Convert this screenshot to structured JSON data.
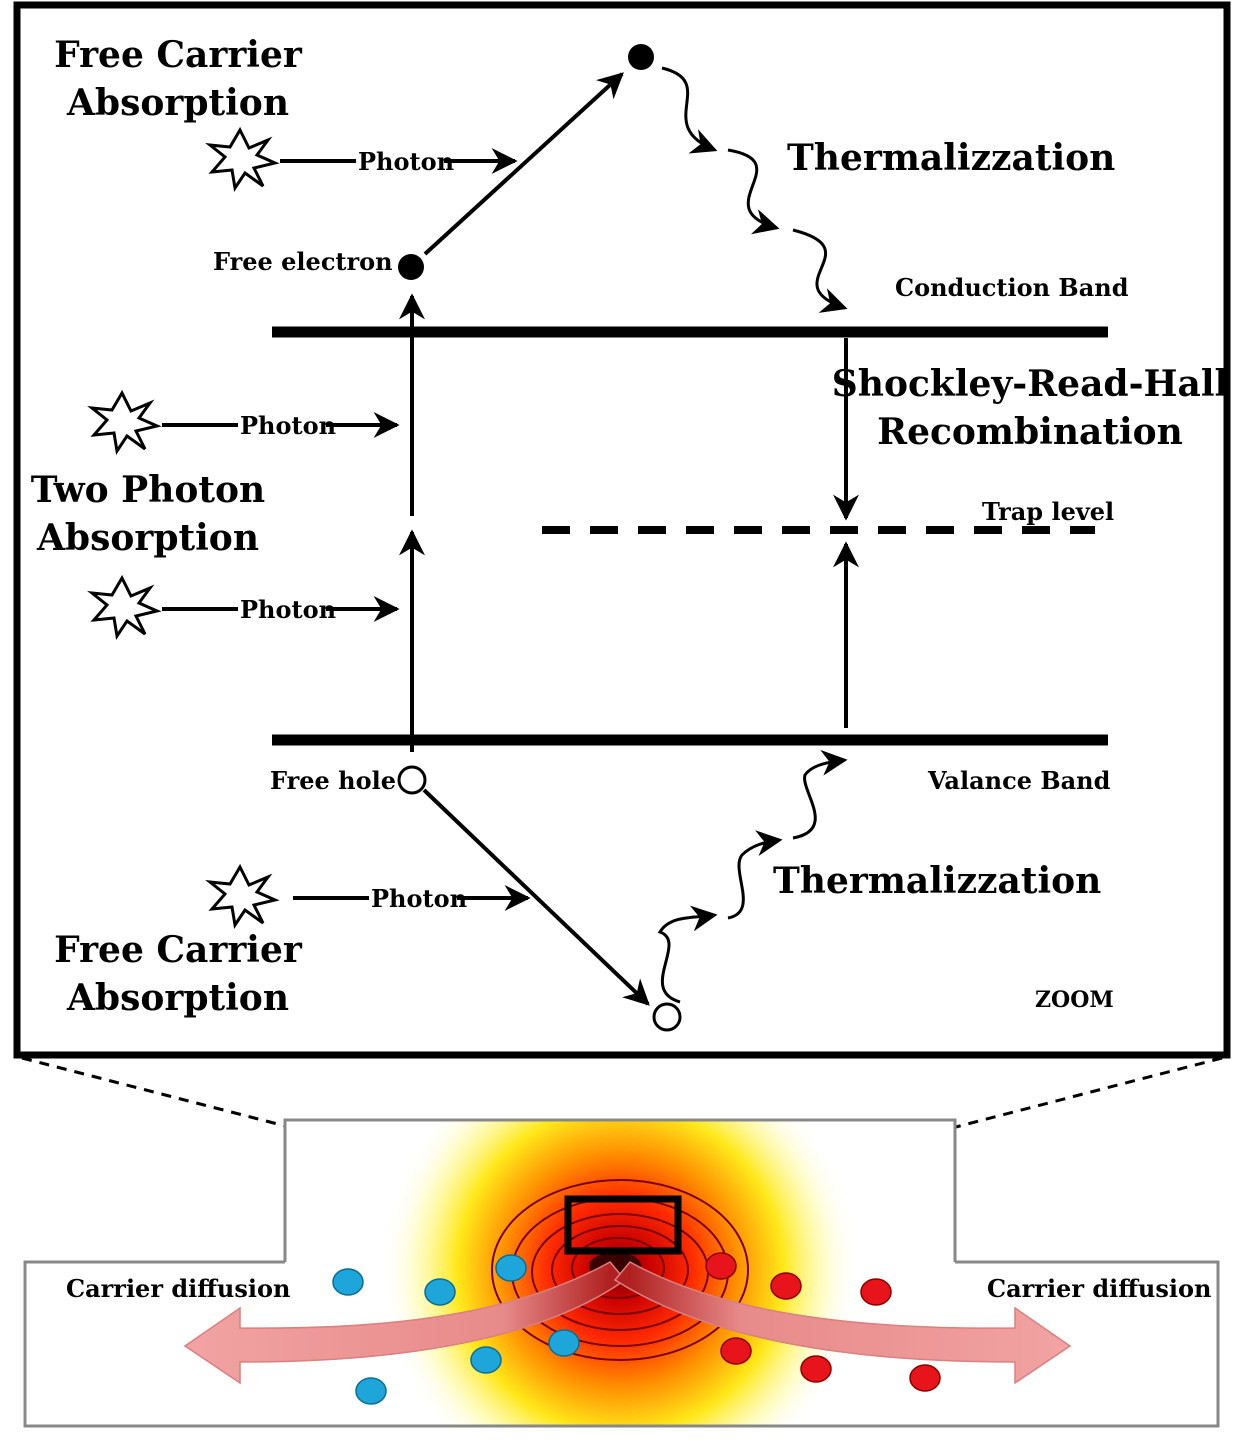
{
  "labels": {
    "fca_top_1": "Free Carrier",
    "fca_top_2": "Absorption",
    "fca_bot_1": "Free Carrier",
    "fca_bot_2": "Absorption",
    "tpa_1": "Two Photon",
    "tpa_2": "Absorption",
    "srh_1": "Shockley-Read-Hall",
    "srh_2": "Recombination",
    "therm_top": "Thermalizzation",
    "therm_bot": "Thermalizzation",
    "photon_1": "Photon",
    "photon_2": "Photon",
    "photon_3": "Photon",
    "photon_4": "Photon",
    "free_electron": "Free electron",
    "free_hole": "Free hole",
    "conduction_band": "Conduction Band",
    "valance_band": "Valance Band",
    "trap_level": "Trap level",
    "zoom": "ZOOM",
    "diffusion_left": "Carrier diffusion",
    "diffusion_right": "Carrier diffusion"
  },
  "colors": {
    "line": "#000000",
    "electron_dot": "#1ea5d9",
    "hole_dot": "#e8141c",
    "heat_core": "#d40000",
    "heat_mid": "#ff7a00",
    "heat_outer": "#ffef1a",
    "diffusion_arrow": "#f19a9a",
    "waveguide_outline": "#888888"
  },
  "icons": {
    "photon_source": "starburst-icon"
  }
}
